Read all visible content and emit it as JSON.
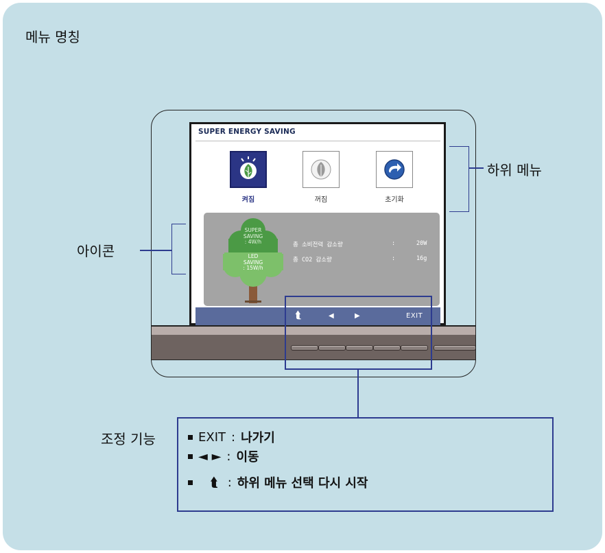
{
  "menu_title": "메뉴 명칭",
  "osd": {
    "title": "SUPER ENERGY SAVING",
    "options": [
      {
        "label": "켜짐",
        "icon": "leaf-burst-icon",
        "selected": true
      },
      {
        "label": "꺼짐",
        "icon": "leaf-icon",
        "selected": false
      },
      {
        "label": "초기화",
        "icon": "reset-arrow-icon",
        "selected": false
      }
    ],
    "tree": {
      "super_label_1": "SUPER",
      "super_label_2": "SAVING",
      "super_label_3": ": 4W/h",
      "led_label_1": "LED",
      "led_label_2": "SAVING",
      "led_label_3": ": 15W/h"
    },
    "stats": [
      {
        "label": "총 소비전력 감소량",
        "sep": ":",
        "value": "20W"
      },
      {
        "label": "총 CO2 감소량",
        "sep": ":",
        "value": "16g"
      }
    ],
    "nav": {
      "up": "⮬",
      "left": "◀",
      "right": "▶",
      "exit": "EXIT"
    }
  },
  "callouts": {
    "submenu": "하위 메뉴",
    "icons": "아이콘",
    "controls": "조정 기능"
  },
  "functions": [
    {
      "key": "EXIT",
      "sep": ":",
      "desc": "나가기"
    },
    {
      "key": "◄ ►",
      "sep": ":",
      "desc": "이동"
    },
    {
      "key": "⮬",
      "sep": ":",
      "desc": "하위 메뉴 선택 다시 시작"
    }
  ],
  "colors": {
    "panel_bg": "#c5dfe7",
    "accent_blue": "#2d3b8f",
    "osd_nav_bg": "#5a6b9c",
    "osd_selected": "#2b3585",
    "tree_green": "#4b9a45",
    "bezel": "#6e6360"
  }
}
